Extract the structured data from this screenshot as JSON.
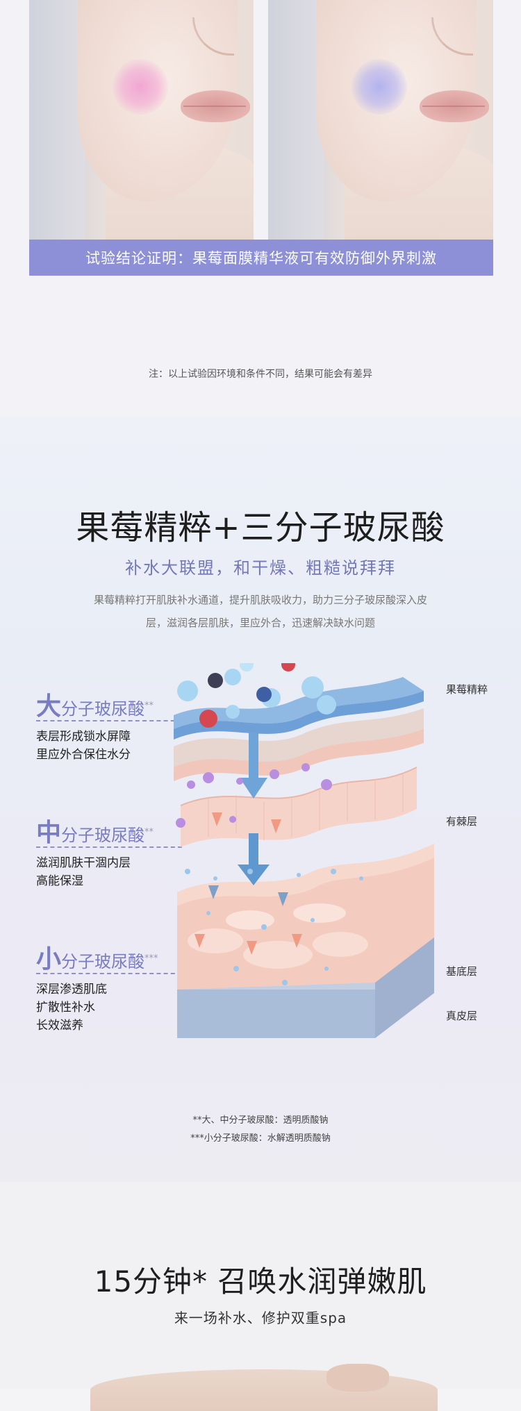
{
  "test": {
    "conclusion": "试验结论证明：果莓面膜精华液可有效防御外界刺激",
    "note": "注：以上试验因环境和条件不同，结果可能会有差异"
  },
  "science": {
    "title": "果莓精粹+三分子玻尿酸",
    "subtitle": "补水大联盟，和干燥、粗糙说拜拜",
    "desc_line1": "果莓精粹打开肌肤补水通道，提升肌肤吸收力，助力三分子玻尿酸深入皮",
    "desc_line2": "层，滋润各层肌肤，里应外合，迅速解决缺水问题",
    "large": {
      "big": "大",
      "rest": "分子玻尿酸",
      "mark": "**",
      "line1": "表层形成锁水屏障",
      "line2": "里应外合保住水分"
    },
    "medium": {
      "big": "中",
      "rest": "分子玻尿酸",
      "mark": "**",
      "line1": "滋润肌肤干涸内层",
      "line2": "高能保湿"
    },
    "small": {
      "big": "小",
      "rest": "分子玻尿酸",
      "mark": "***",
      "line1": "深层渗透肌底",
      "line2": "扩散性补水",
      "line3": "长效滋养"
    },
    "side_labels": {
      "berry": "果莓精粹",
      "spinous": "有棘层",
      "basal": "基底层",
      "dermis": "真皮层"
    },
    "footnote1": "**大、中分子玻尿酸：透明质酸钠",
    "footnote2": "***小分子玻尿酸：水解透明质酸钠"
  },
  "promo": {
    "title": "15分钟* 召唤水润弹嫩肌",
    "subtitle": "来一场补水、修护双重spa"
  },
  "colors": {
    "accent": "#8d8fd7",
    "label": "#7a7cc2",
    "title": "#1e1e1e"
  }
}
